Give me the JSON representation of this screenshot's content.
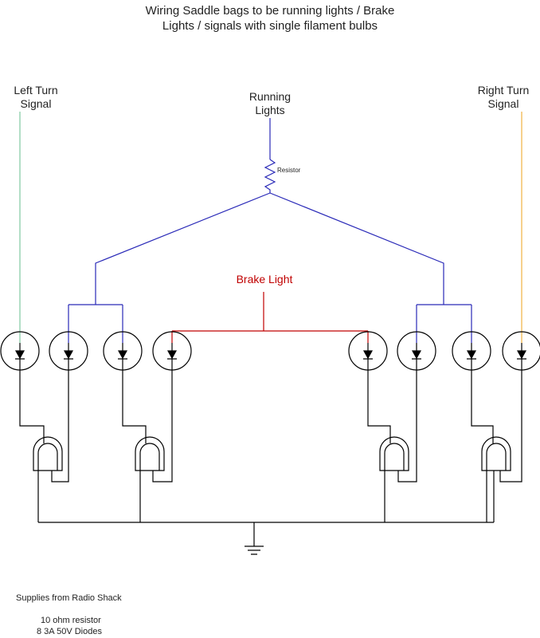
{
  "title": {
    "line1": "Wiring Saddle bags to be running lights / Brake",
    "line2": "Lights / signals with single filament bulbs"
  },
  "labels": {
    "left_turn_line1": "Left Turn",
    "left_turn_line2": "Signal",
    "running_line1": "Running",
    "running_line2": "Lights",
    "right_turn_line1": "Right Turn",
    "right_turn_line2": "Signal",
    "resistor": "Resistor",
    "brake_light": "Brake Light"
  },
  "supplies": {
    "heading": "Supplies from Radio Shack",
    "item1": "10 ohm resistor",
    "item2": "8 3A 50V Diodes"
  },
  "colors": {
    "running_wire": "#2a2ab8",
    "brake_wire": "#c00000",
    "left_turn_wire": "#7fc9a0",
    "right_turn_wire": "#f0b040",
    "ground_wire": "#000000"
  }
}
